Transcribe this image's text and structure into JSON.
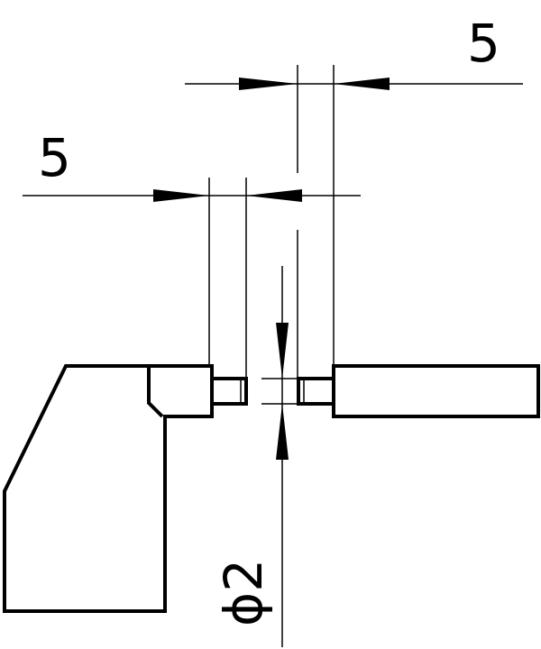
{
  "drawing": {
    "top_dimension": "5",
    "left_dimension": "5",
    "diameter_dimension": "ϕ2"
  },
  "colors": {
    "line": "#000000",
    "background": "#ffffff"
  }
}
